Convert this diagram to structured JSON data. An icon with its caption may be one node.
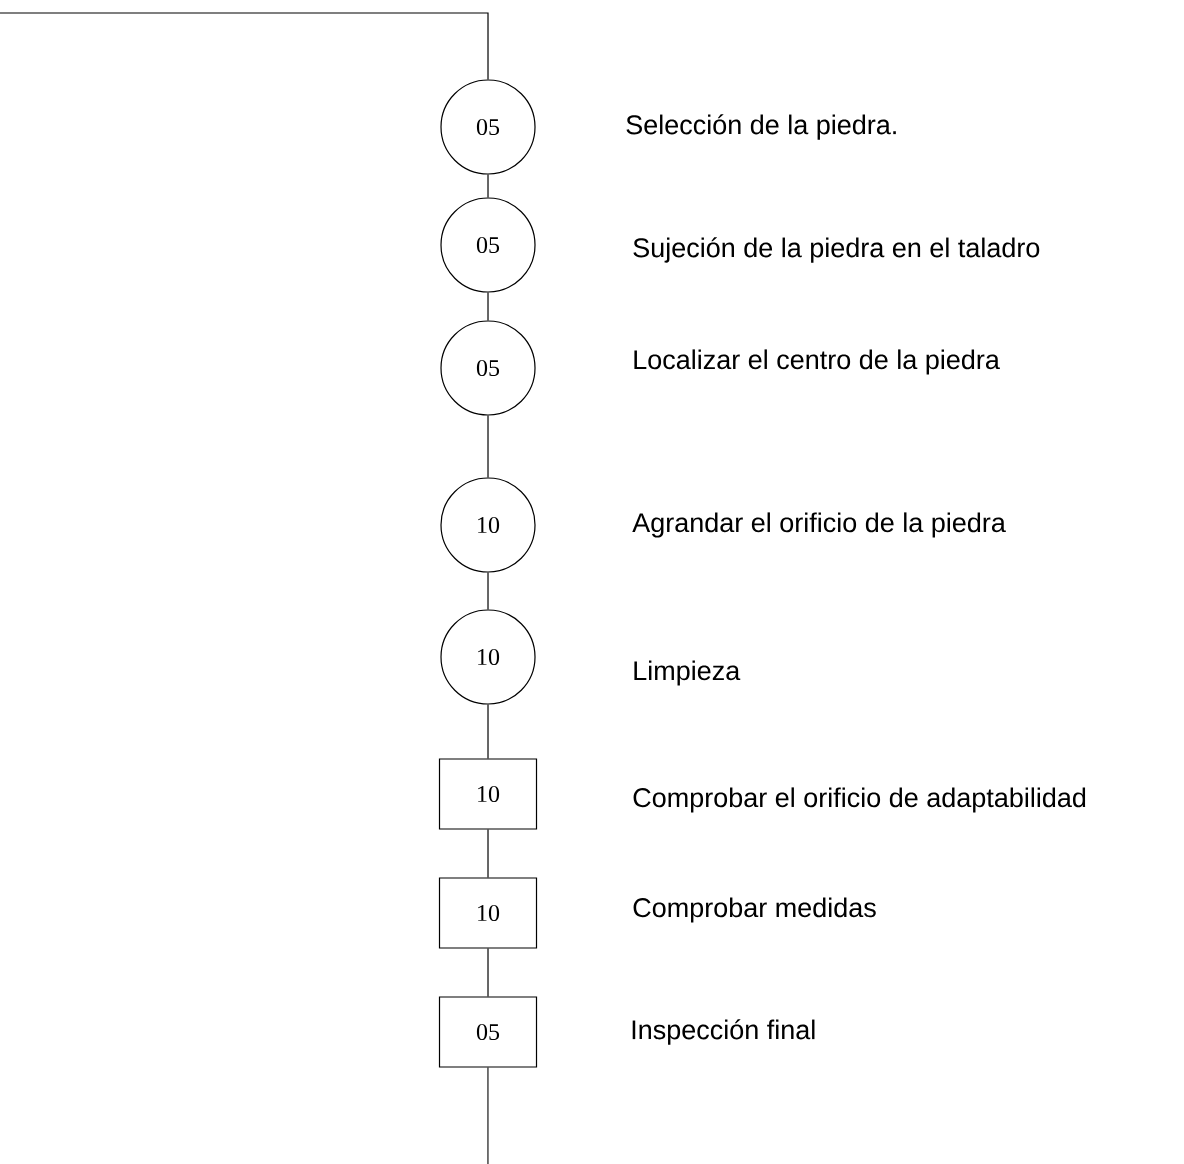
{
  "diagram": {
    "nodes": [
      {
        "text": [
          "05"
        ],
        "beside": [
          "Selección de la piedra."
        ]
      },
      {
        "text": [
          "05"
        ],
        "beside": [
          "Sujeción de la piedra en el taladro"
        ]
      },
      {
        "text": [
          "05"
        ],
        "beside": [
          "Localizar el centro de la piedra"
        ]
      },
      {
        "text": [
          "10"
        ],
        "beside": [
          "Agrandar el orificio de la piedra"
        ]
      },
      {
        "text": [
          "10"
        ],
        "beside": [
          "Limpieza"
        ]
      },
      {
        "text": [
          "10"
        ],
        "beside": [
          "Comprobar el orificio de adaptabilidad"
        ]
      },
      {
        "text": [
          "10"
        ],
        "beside": [
          "Comprobar medidas"
        ]
      },
      {
        "text": [
          "05"
        ],
        "beside": [
          "Inspección final"
        ]
      }
    ],
    "edges": [
      {
        "from": null,
        "to": 0,
        "arrow": "none"
      },
      {
        "from": 0,
        "to": 1,
        "arrow": "none"
      },
      {
        "from": 1,
        "to": 2,
        "arrow": "none"
      },
      {
        "from": 2,
        "to": 3,
        "arrow": "none"
      },
      {
        "from": 3,
        "to": 4,
        "arrow": "none"
      },
      {
        "from": 4,
        "to": 5,
        "arrow": "none"
      },
      {
        "from": 5,
        "to": 6,
        "arrow": "none"
      },
      {
        "from": 6,
        "to": 7,
        "arrow": "none"
      },
      {
        "from": 7,
        "to": null,
        "arrow": "none"
      }
    ]
  }
}
